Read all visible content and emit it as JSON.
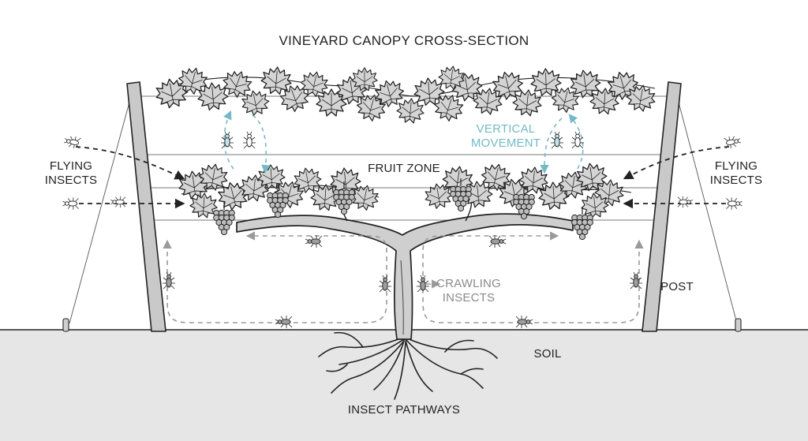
{
  "title": "VINEYARD CANOPY CROSS-SECTION",
  "labels": {
    "fruit_zone": "FRUIT ZONE",
    "flying_left": [
      "FLYING",
      "INSECTS"
    ],
    "flying_right": [
      "FLYING",
      "INSECTS"
    ],
    "vertical": [
      "VERTICAL",
      "MOVEMENT"
    ],
    "crawling": [
      "CRAWLING",
      "INSECTS"
    ],
    "post": "POST",
    "soil": "SOIL",
    "caption": "INSECT PATHWAYS"
  },
  "colors": {
    "ink": "#222222",
    "soil": "#e6e6e6",
    "post": "#c9c9c9",
    "leaf": "#d4d4d4",
    "grape": "#bdbdbd",
    "trunk": "#cfcfcf",
    "vertical_arrow": "#74b9c6",
    "crawl_arrow": "#9a9a9a",
    "flying_arrow": "#222222"
  },
  "icons": [
    "grape-leaf-icon",
    "grape-cluster-icon",
    "insect-icon",
    "arrow-icon",
    "root-icon"
  ]
}
